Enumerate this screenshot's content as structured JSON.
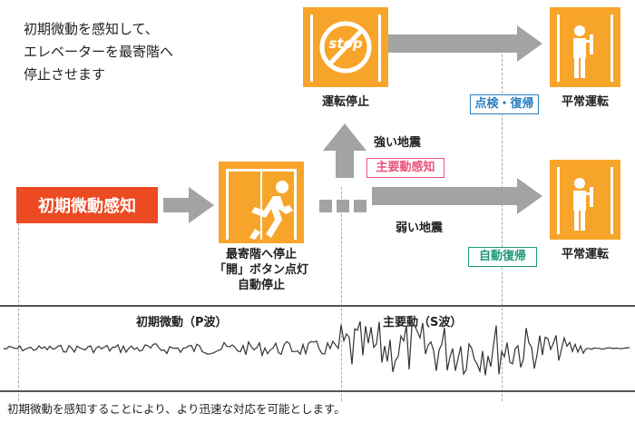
{
  "intro_text": "初期微動を感知して、\nエレベーターを最寄階へ\n停止させます",
  "initial_detection_label": "初期微動感知",
  "stop_icon_text": "stop",
  "nearest_floor_caption": "最寄階へ停止\n「開」ボタン点灯\n自動停止",
  "operation_stop_caption": "運転停止",
  "normal_operation_caption_top": "平常運転",
  "normal_operation_caption_bottom": "平常運転",
  "strong_quake_label": "強い地震",
  "main_motion_badge": "主要動感知",
  "weak_quake_label": "弱い地震",
  "inspect_restore_badge": "点検・復帰",
  "auto_restore_badge": "自動復帰",
  "p_wave_label": "初期微動（P波）",
  "s_wave_label": "主要動（S波）",
  "footer_text": "初期微動を感知することにより、より迅速な対応を可能とします。",
  "colors": {
    "accent_red": "#ec4a22",
    "elevator_orange": "#f7a52a",
    "arrow_gray": "#a3a3a3",
    "badge_blue": "#2a7fc0",
    "badge_pink": "#e8547a",
    "badge_green": "#1e9a7a"
  }
}
